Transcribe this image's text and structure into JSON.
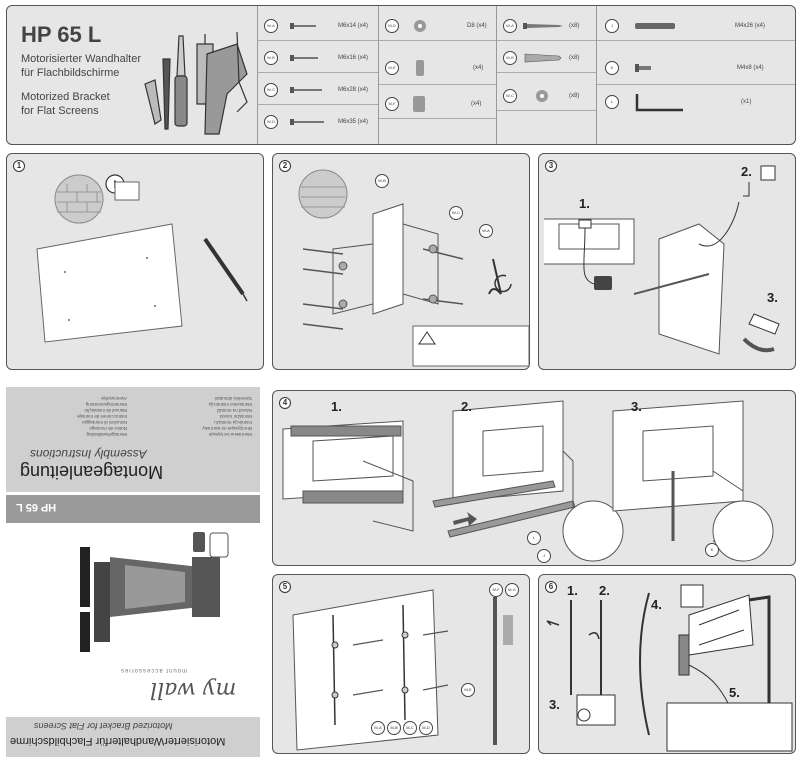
{
  "header": {
    "model": "HP 65 L",
    "subtitle_de_1": "Motorisierter Wandhalter",
    "subtitle_de_2": "für Flachbildschirme",
    "subtitle_en_1": "Motorized Bracket",
    "subtitle_en_2": "for Flat Screens"
  },
  "parts": {
    "col1": [
      {
        "id": "W-A",
        "spec": "M6x14 (x4)"
      },
      {
        "id": "W-B",
        "spec": "M6x16 (x4)"
      },
      {
        "id": "W-C",
        "spec": "M6x28 (x4)"
      },
      {
        "id": "W-D",
        "spec": "M6x35 (x4)"
      }
    ],
    "col2": [
      {
        "id": "M-D",
        "spec": "D8 (x4)"
      },
      {
        "id": "M-E",
        "spec": "(x4)"
      },
      {
        "id": "M-F",
        "spec": "(x4)"
      }
    ],
    "col3": [
      {
        "id": "W-A",
        "spec": "(x8)"
      },
      {
        "id": "W-B",
        "spec": "(x8)"
      },
      {
        "id": "W-C",
        "spec": "(x8)"
      }
    ],
    "col4": [
      {
        "id": "J",
        "spec": "M4x26 (x4)"
      },
      {
        "id": "K",
        "spec": "M4x8 (x4)"
      },
      {
        "id": "L",
        "spec": "(x1)"
      }
    ]
  },
  "steps": {
    "s1": "1",
    "s2": "2",
    "s3": "3",
    "s4": "4",
    "s5": "5",
    "s6": "6"
  },
  "labels": {
    "p2_wb": "W-B",
    "p2_wc": "W-C",
    "p2_wa": "W-A",
    "p3_1": "1.",
    "p3_2": "2.",
    "p3_3": "3.",
    "p4_1": "1.",
    "p4_2": "2.",
    "p4_3": "3.",
    "p4_l": "L",
    "p4_j": "J",
    "p4_k": "K",
    "p5_mf": "M-F",
    "p5_mg": "M-G",
    "p5_me": "M-E",
    "p5_ma": "M-A",
    "p5_mb": "M-B",
    "p5_mc": "M-C",
    "p5_md": "M-D",
    "p6_1": "1.",
    "p6_2": "2.",
    "p6_3": "3.",
    "p6_4": "4.",
    "p6_5": "5."
  },
  "cover": {
    "title": "Montageanleitung",
    "subtitle": "Assembly Instructions",
    "model": "HP 65 L",
    "brand": "my wall",
    "brand_sub": "mount accessories",
    "footer_1": "MotorisierterWandhalterfür Flachbildschirme",
    "footer_2": "Motorized Bracket for Flat Screens",
    "langs_left": [
      "Монтажна інструкція",
      "Инструкция по монтажу",
      "Instrukcja montażu",
      "Montážní návod",
      "Návod na montáž",
      "Montavimo instrukcija",
      "Szerelési útmutató"
    ],
    "langs_right": [
      "Montagehandleiding",
      "Notice de montage",
      "Istruzioni di montaggio",
      "Instrucciones de montaje",
      "Manual de instalação",
      "Monteringsanvisning",
      "Asennusohje"
    ]
  },
  "colors": {
    "panel_bg": "#e6e6e6",
    "border": "#555555",
    "cover_band": "#cfcfcf"
  }
}
